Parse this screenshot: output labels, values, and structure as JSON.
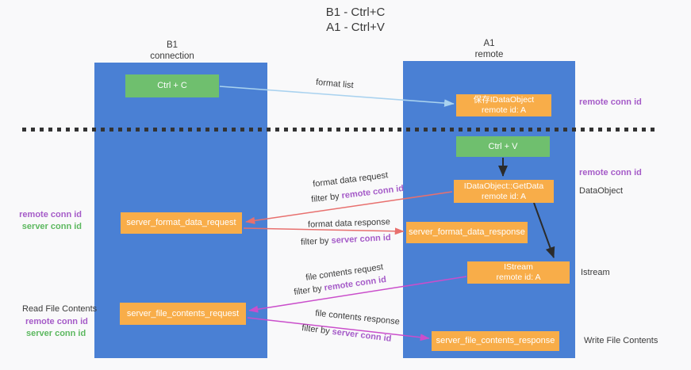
{
  "title": {
    "line1": "B1 - Ctrl+C",
    "line2": "A1 - Ctrl+V"
  },
  "columns": {
    "left": {
      "name": "B1",
      "role": "connection"
    },
    "right": {
      "name": "A1",
      "role": "remote"
    }
  },
  "boxes": {
    "ctrl_c": {
      "label": "Ctrl + C"
    },
    "ctrl_v": {
      "label": "Ctrl + V"
    },
    "stored_dataobject": {
      "line1": "保存IDataObject",
      "line2": "remote id: A"
    },
    "getdata": {
      "line1": "IDataObject::GetData",
      "line2": "remote id: A"
    },
    "istream": {
      "line1": "IStream",
      "line2": "remote id: A"
    },
    "server_format_data_request": {
      "label": "server_format_data_request"
    },
    "server_format_data_response": {
      "label": "server_format_data_response"
    },
    "server_file_contents_request": {
      "label": "server_file_contents_request"
    },
    "server_file_contents_response": {
      "label": "server_file_contents_response"
    }
  },
  "arrow_labels": {
    "format_list": "format list",
    "format_data_request": "format data request",
    "format_data_response": "format data response",
    "file_contents_request": "file contents request",
    "file_contents_response": "file contents response",
    "filter_by": "filter by",
    "remote_conn_id": "remote conn id",
    "server_conn_id": "server conn id"
  },
  "side_labels": {
    "remote_conn_id": "remote conn id",
    "server_conn_id": "server conn id",
    "dataobject": "DataObject",
    "istream": "Istream",
    "read_file_contents": "Read File Contents",
    "write_file_contents": "Write File Contents"
  },
  "colors": {
    "column_blue": "#4a80d4",
    "box_green": "#6fbf6e",
    "box_orange": "#f8ad49",
    "arrow_light_blue": "#a9d2ef",
    "arrow_red": "#e8706e",
    "arrow_magenta": "#ca4ecb",
    "arrow_black": "#2b2b2b",
    "text_purple": "#a55bc8",
    "text_green": "#5cb85f",
    "divider": "#333333",
    "background": "#f9f9fa"
  }
}
